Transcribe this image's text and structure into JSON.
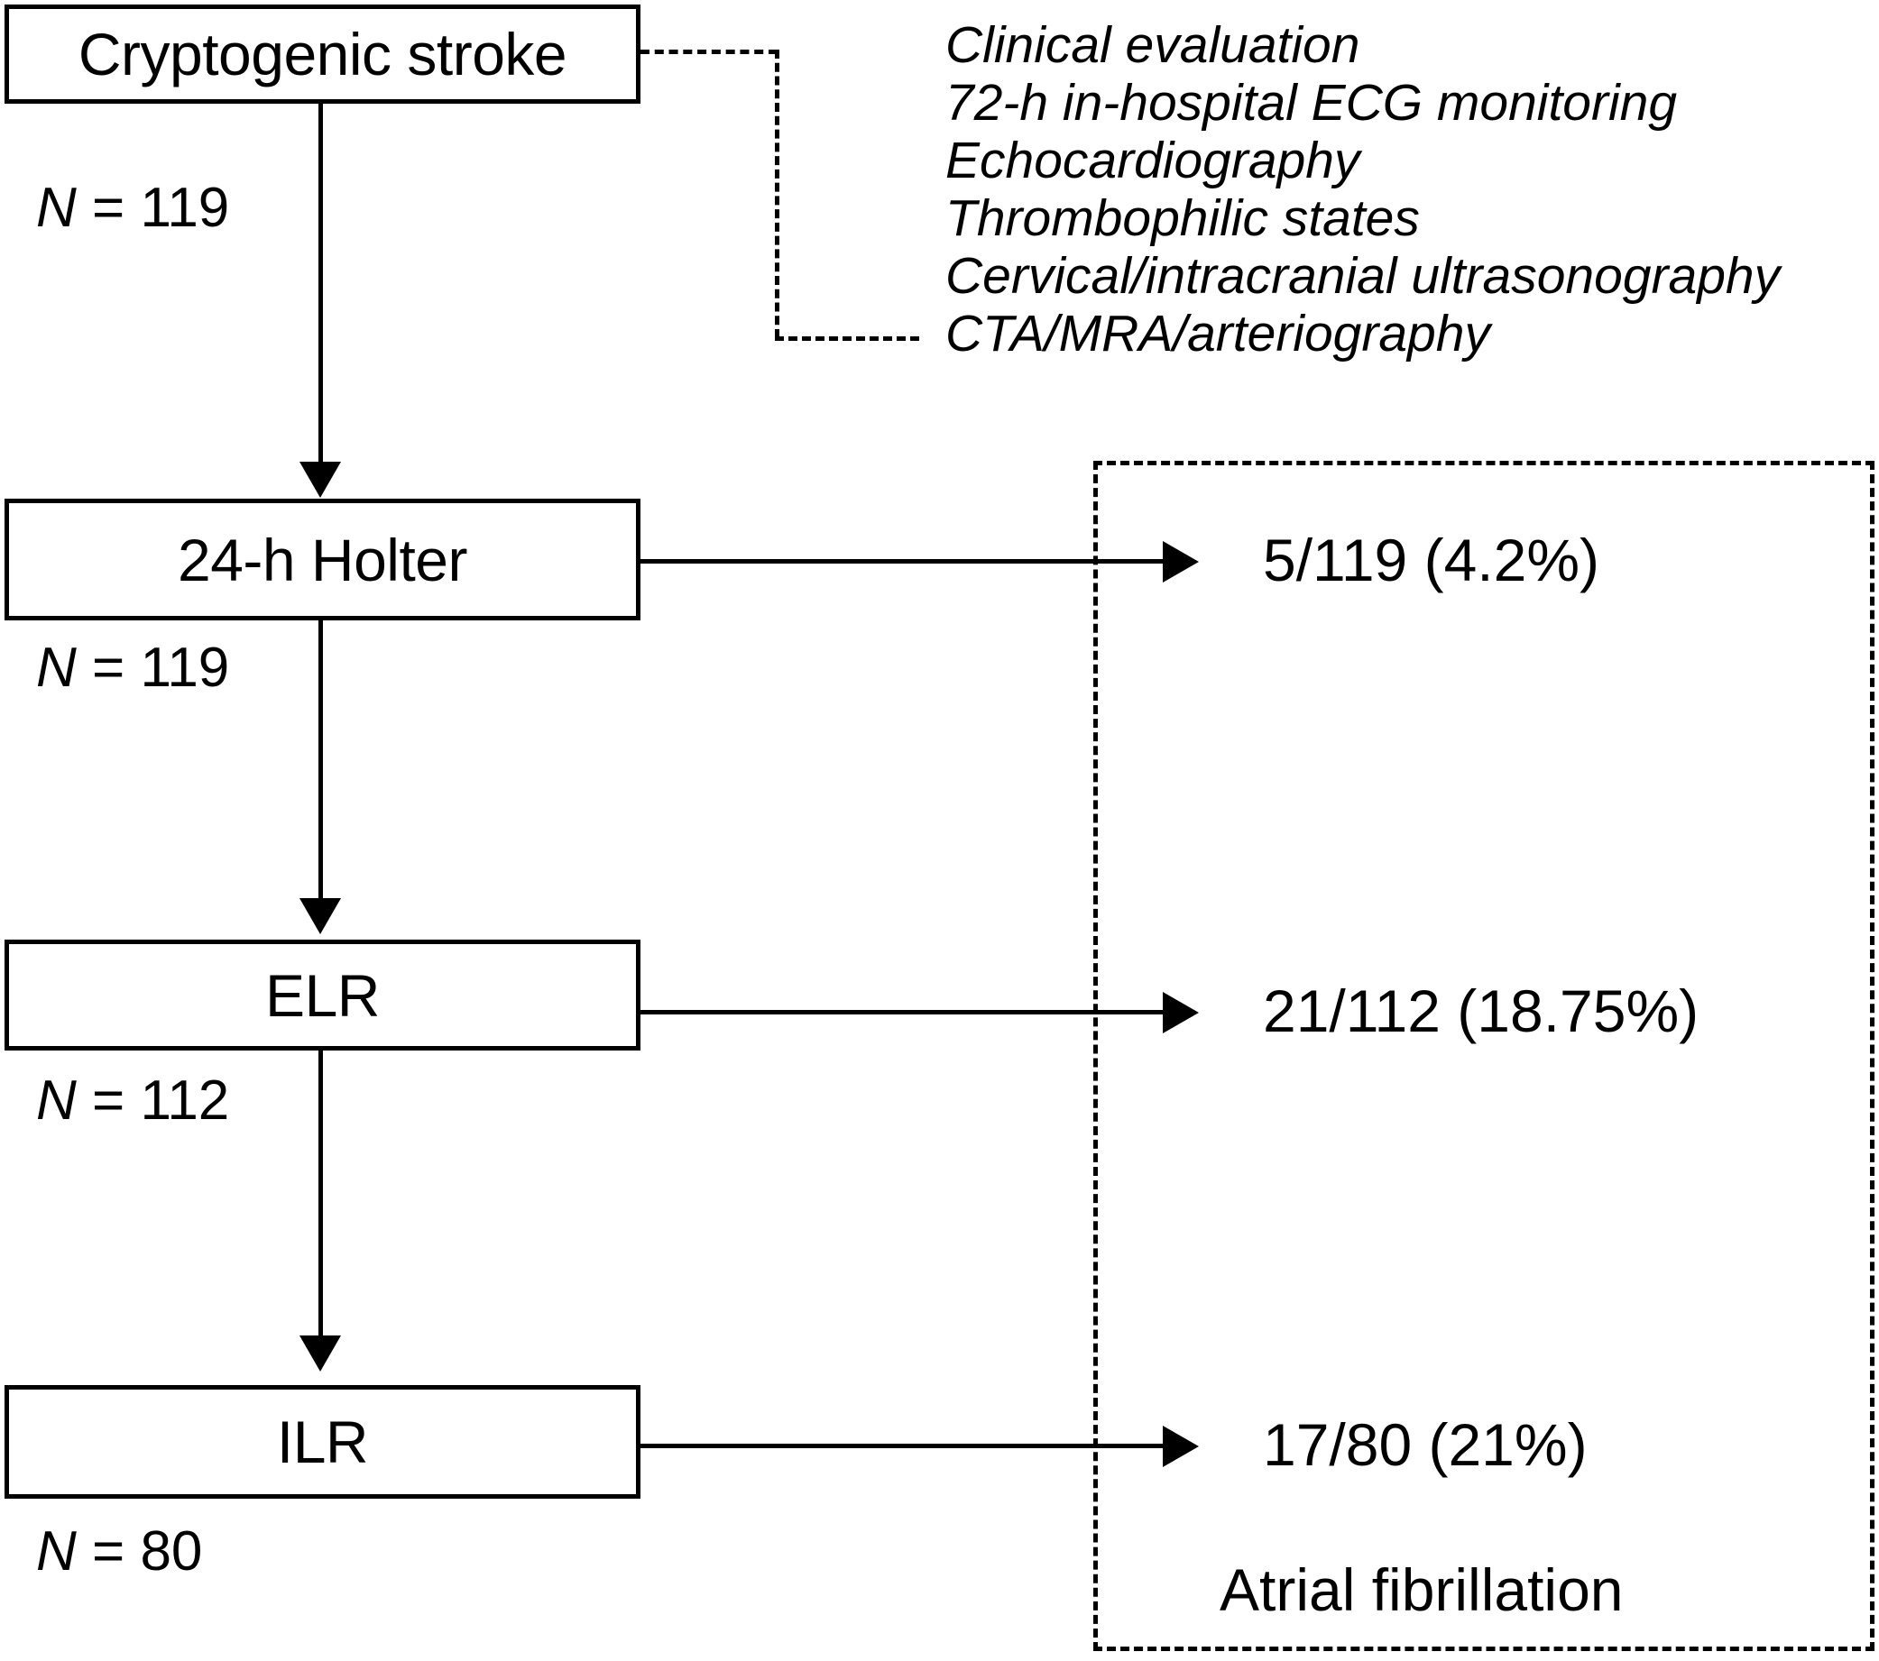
{
  "figure": {
    "type": "flowchart",
    "title": "Cryptogenic stroke arrhythmia monitoring flowchart"
  },
  "nodes": [
    {
      "id": "cryptogenic-stroke",
      "label": "Cryptogenic stroke",
      "n_prefix": "N",
      "n_eq": " = 119"
    },
    {
      "id": "holter",
      "label": "24-h Holter",
      "n_prefix": "N",
      "n_eq": " = 119"
    },
    {
      "id": "elr",
      "label": "ELR",
      "n_prefix": "N",
      "n_eq": " = 112"
    },
    {
      "id": "ilr",
      "label": "ILR",
      "n_prefix": "N",
      "n_eq": " = 80"
    }
  ],
  "workup": {
    "items": [
      "Clinical evaluation",
      "72-h in-hospital ECG monitoring",
      "Echocardiography",
      "Thrombophilic states",
      "Cervical/intracranial ultrasonography",
      "CTA/MRA/arteriography"
    ]
  },
  "outcomes": {
    "caption": "Atrial fibrillation",
    "values": [
      {
        "from": "holter",
        "text": "5/119 (4.2%)",
        "numerator": 5,
        "denominator": 119,
        "percent": 4.2
      },
      {
        "from": "elr",
        "text": "21/112 (18.75%)",
        "numerator": 21,
        "denominator": 112,
        "percent": 18.75
      },
      {
        "from": "ilr",
        "text": "17/80 (21%)",
        "numerator": 17,
        "denominator": 80,
        "percent": 21
      }
    ]
  },
  "colors": {
    "stroke": "#000000",
    "background": "#ffffff"
  }
}
